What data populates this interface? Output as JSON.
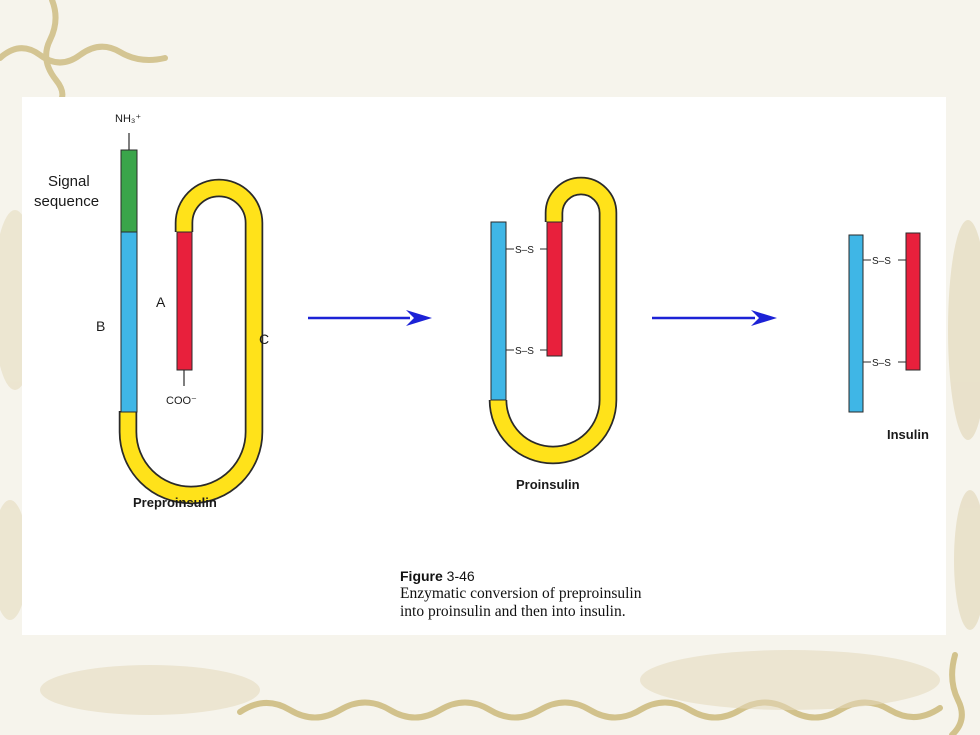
{
  "diagram": {
    "labels": {
      "nh3": "NH₃⁺",
      "signal_line1": "Signal",
      "signal_line2": "sequence",
      "chain_b": "B",
      "chain_a": "A",
      "chain_c": "C",
      "coo": "COO⁻",
      "ss": "S–S",
      "preproinsulin": "Preproinsulin",
      "proinsulin": "Proinsulin",
      "insulin": "Insulin"
    },
    "colors": {
      "signal": "#3aa54a",
      "b_chain": "#3fb6e6",
      "a_chain": "#e8203c",
      "c_peptide": "#ffe21a",
      "outline": "#2a2a2a",
      "arrow": "#1c22d6",
      "ornament": "#d7c89a"
    }
  },
  "caption": {
    "figure_label": "Figure",
    "figure_number": "3-46",
    "line1": "Enzymatic conversion of preproinsulin",
    "line2": "into proinsulin and then into insulin."
  }
}
